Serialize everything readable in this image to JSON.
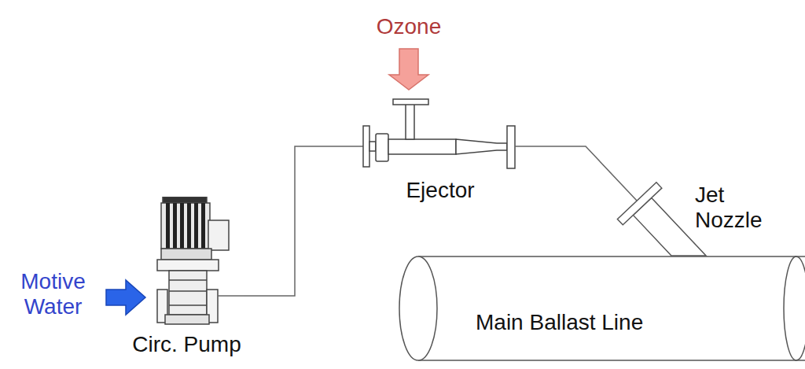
{
  "diagram": {
    "nodes": [
      {
        "text": [
          "Circ. Pump"
        ]
      },
      {
        "text": [
          "Ejector"
        ]
      },
      {
        "text": [
          "Main Ballast Line"
        ]
      }
    ],
    "edges": [
      {
        "from": 0,
        "to": 1,
        "arrow": "none"
      },
      {
        "from": 1,
        "to": 2,
        "arrow": "none"
      }
    ],
    "labels": [
      "Ozone",
      "Motive Water",
      "Jet Nozzle"
    ]
  }
}
